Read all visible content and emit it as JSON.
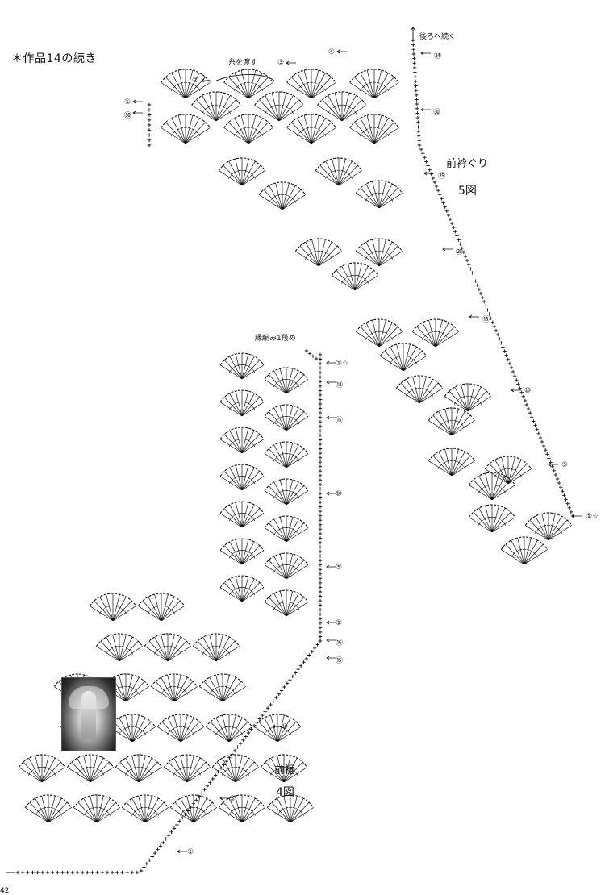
{
  "header": {
    "title": "＊作品14の続き"
  },
  "figure5": {
    "name": "前衿ぐり",
    "number": "5図",
    "continue_note": "後ろへ続く",
    "thread_note": "糸を渡す",
    "row_markers": [
      "㉞",
      "㉚",
      "㉕",
      "⑳",
      "⑮",
      "⑩",
      "⑤",
      "①☆"
    ],
    "left_markers": [
      "①",
      "㉚",
      "②",
      "③",
      "④"
    ]
  },
  "figure4": {
    "name": "前裾",
    "number": "4図",
    "edge_note": "縁編み1段め",
    "upper_markers": [
      "①☆",
      "⑱",
      "⑮",
      "⑩",
      "⑤",
      "①"
    ],
    "lower_markers": [
      "⑯",
      "⑮",
      "⑩",
      "⑤",
      "①"
    ]
  },
  "colors": {
    "ink": "#111111",
    "paper": "#ffffff"
  },
  "photo": {
    "icon": "sweater-photo-icon"
  },
  "page_number": "42"
}
